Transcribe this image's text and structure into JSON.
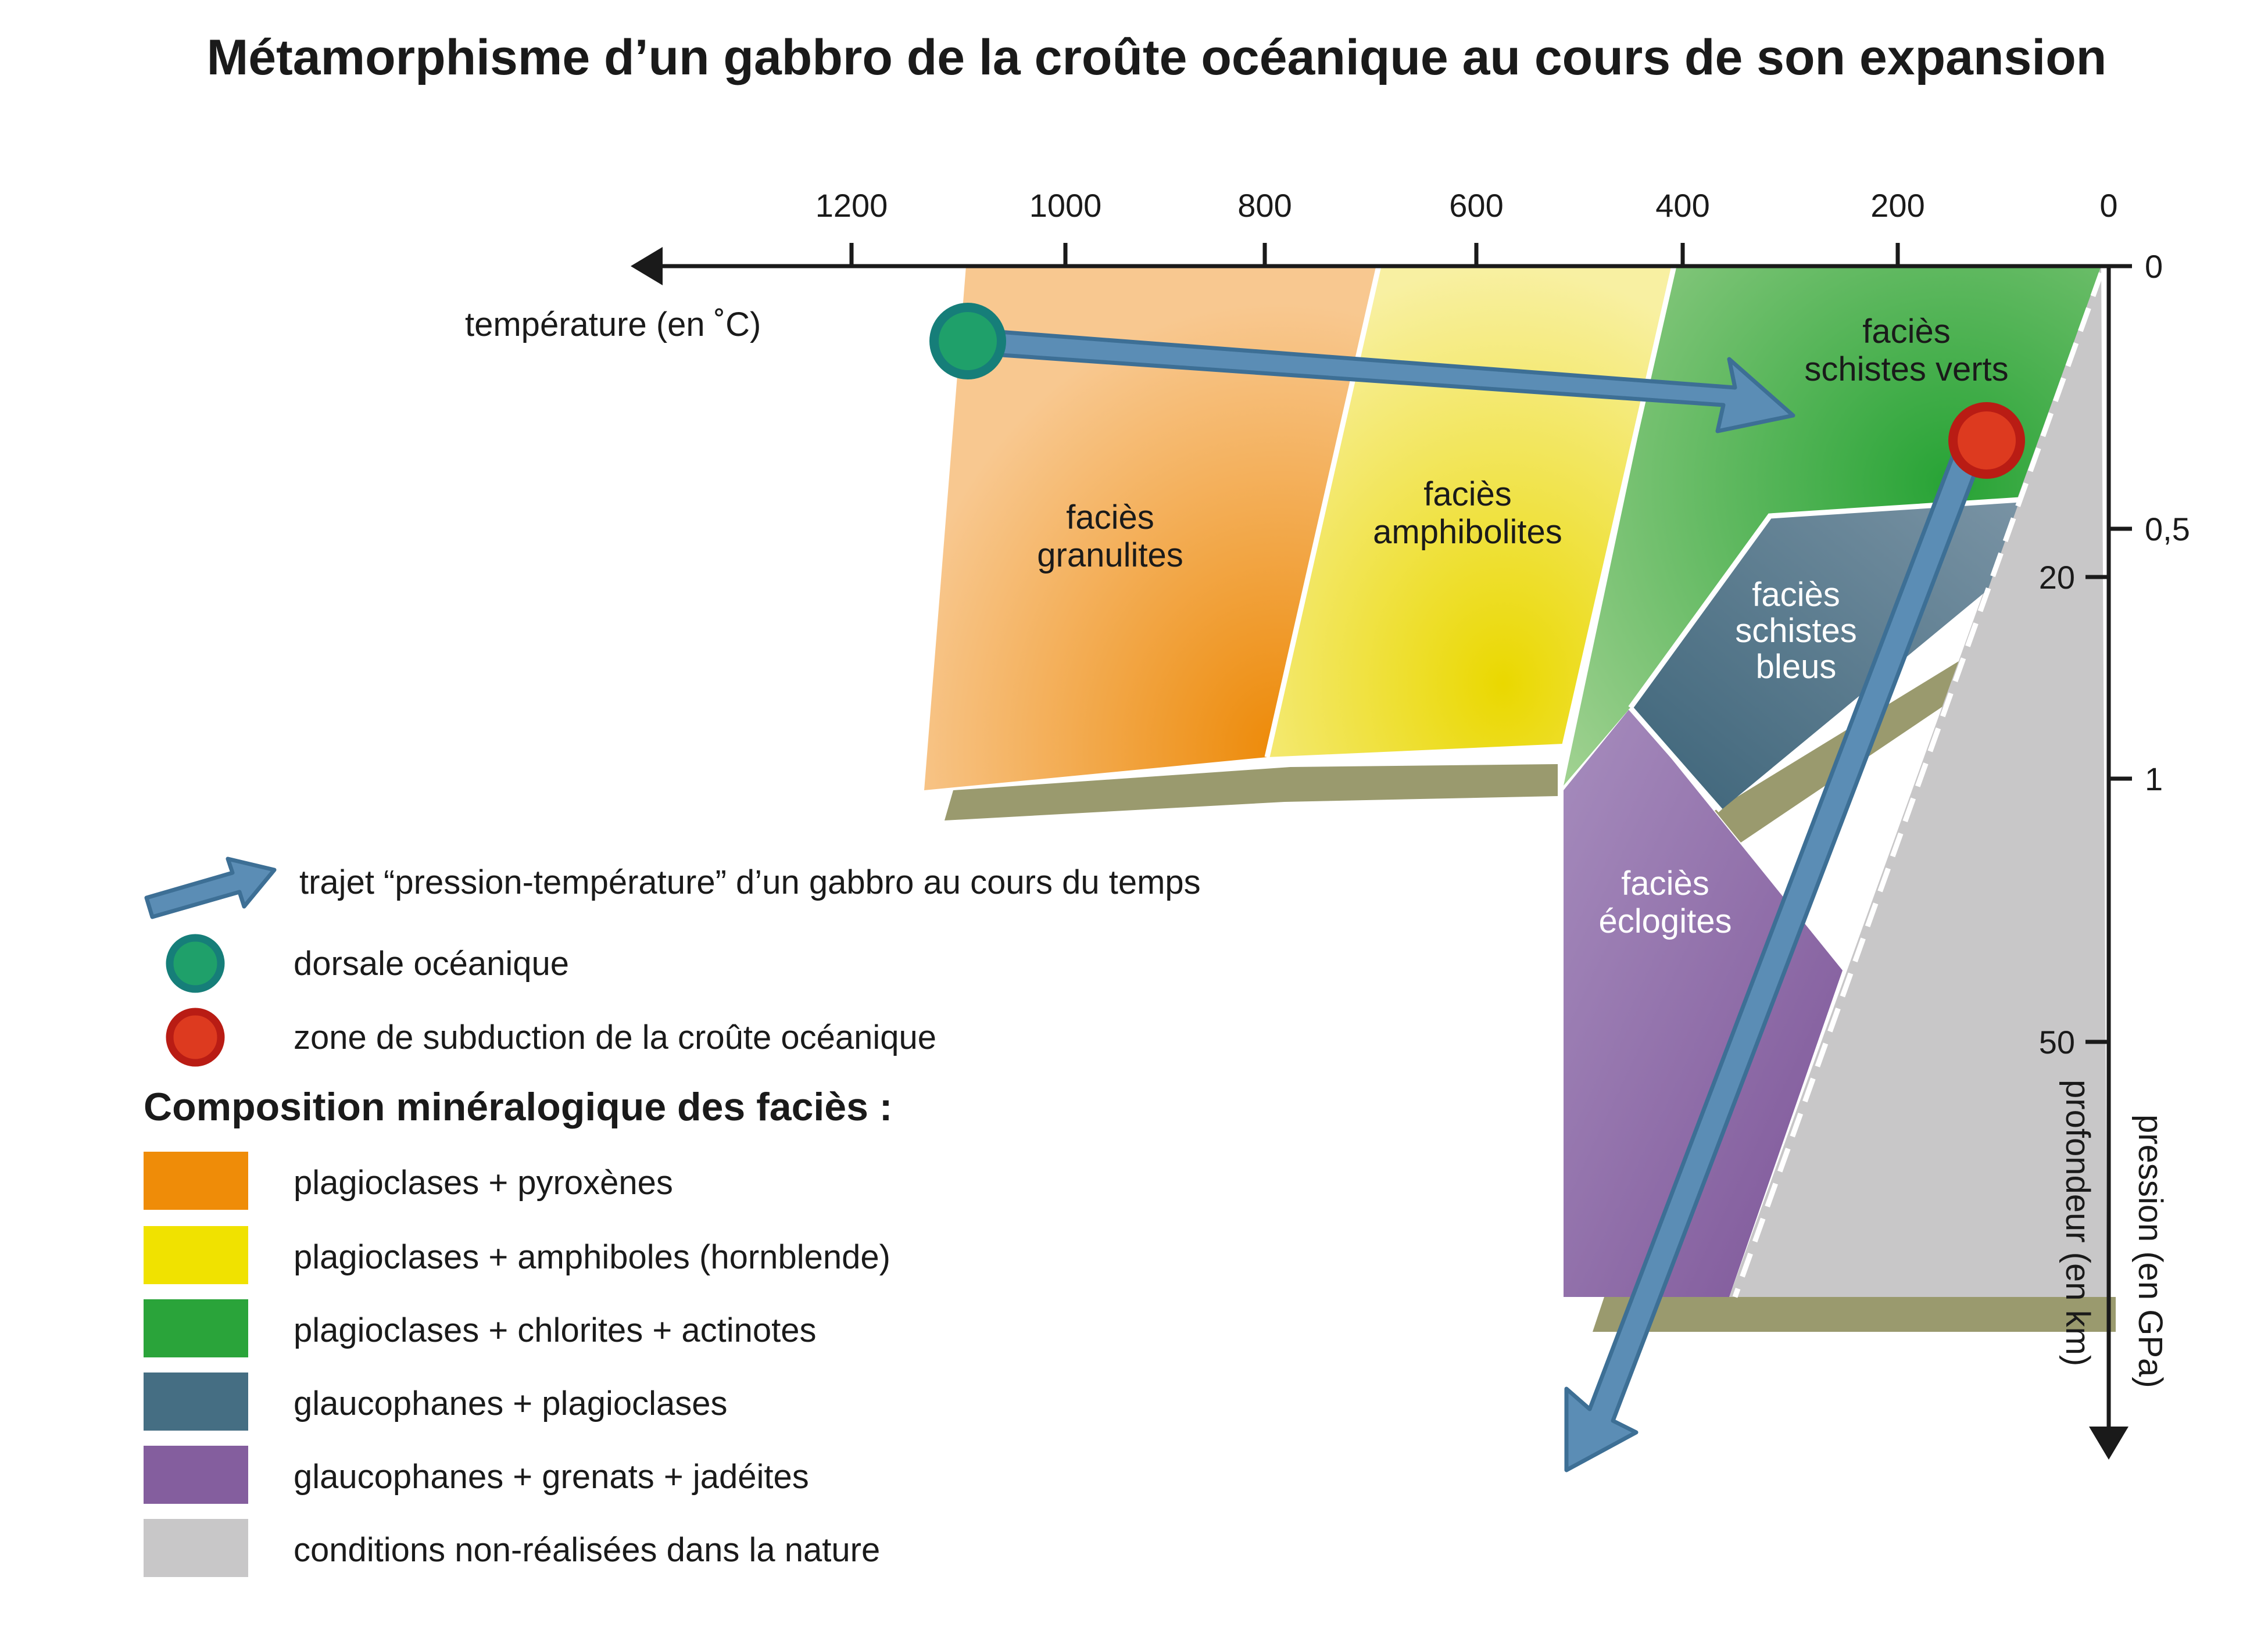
{
  "title": "Métamorphisme d’un gabbro de la croûte océanique au cours de son expansion",
  "x_axis": {
    "label": "température (en ˚C)",
    "ticks": [
      "1200",
      "1000",
      "800",
      "600",
      "400",
      "200",
      "0"
    ]
  },
  "y_axis": {
    "pressure_label": "pression (en GPa)",
    "depth_label": "profondeur (en km)",
    "pressure_ticks": [
      "0",
      "0,5",
      "1"
    ],
    "depth_ticks": [
      "20",
      "50"
    ]
  },
  "facies": {
    "granulites": [
      "faciès",
      "granulites"
    ],
    "amphibolites": [
      "faciès",
      "amphibolites"
    ],
    "schistes_verts": [
      "faciès",
      "schistes verts"
    ],
    "schistes_bleus": [
      "faciès",
      "schistes",
      "bleus"
    ],
    "eclogites": [
      "faciès",
      "éclogites"
    ]
  },
  "legend": {
    "path_label": "trajet “pression-température” d’un gabbro au cours du temps",
    "ridge_label": "dorsale océanique",
    "subduction_label": "zone de subduction de la croûte océanique",
    "composition_header": "Composition minéralogique des faciès :",
    "items": [
      {
        "label": "plagioclases + pyroxènes",
        "color": "#ef8c08"
      },
      {
        "label": "plagioclases + amphiboles (hornblende)",
        "color": "#f0e200"
      },
      {
        "label": "plagioclases + chlorites + actinotes",
        "color": "#2aa43a"
      },
      {
        "label": "glaucophanes + plagioclases",
        "color": "#456e83"
      },
      {
        "label": "glaucophanes + grenats + jadéites",
        "color": "#845e9e"
      },
      {
        "label": "conditions non-réalisées dans la nature",
        "color": "#c8c7c8"
      }
    ]
  },
  "colors": {
    "path_arrow": "#5b8db5",
    "ridge_point": "#1fa06a",
    "subduction_point": "#dd3a1f",
    "base_shadow": "#9a9a6e"
  }
}
